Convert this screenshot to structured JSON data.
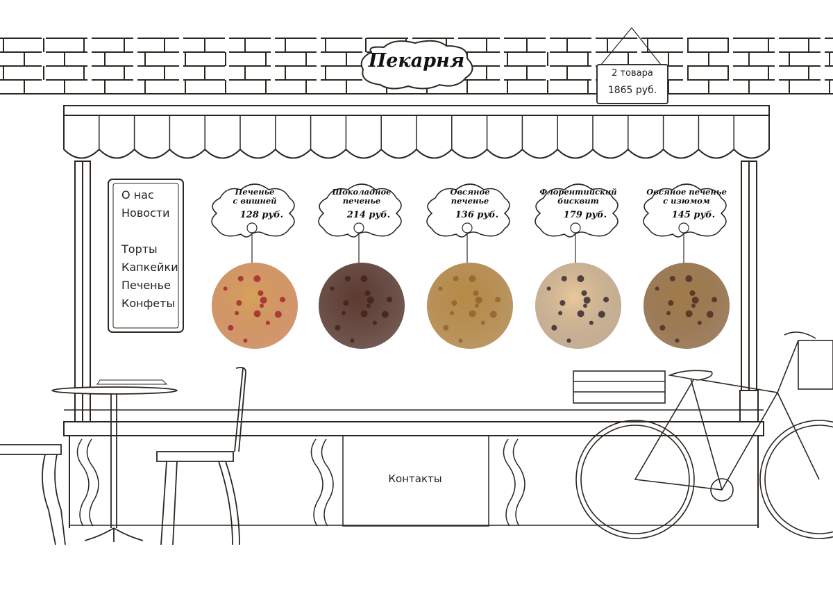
{
  "header": {
    "title": "Пекарня"
  },
  "cart": {
    "count_label": "2 товара",
    "total_label": "1865 руб."
  },
  "menu": {
    "items": [
      {
        "label": "О нас"
      },
      {
        "label": "Новости"
      },
      {
        "label": "Торты"
      },
      {
        "label": "Капкейки"
      },
      {
        "label": "Печенье"
      },
      {
        "label": "Конфеты"
      }
    ]
  },
  "products": [
    {
      "name_line1": "Печенье",
      "name_line2": "с вишней",
      "price": "128 руб.",
      "color": "#d6a35c",
      "spot": "#a3222e"
    },
    {
      "name_line1": "Шоколадное",
      "name_line2": "печенье",
      "price": "214 руб.",
      "color": "#5e3b31",
      "spot": "#3a241d"
    },
    {
      "name_line1": "Овсяное",
      "name_line2": "печенье",
      "price": "136 руб.",
      "color": "#b88a46",
      "spot": "#8c6330"
    },
    {
      "name_line1": "Флорентийский",
      "name_line2": "бисквит",
      "price": "179 руб.",
      "color": "#e9c99b",
      "spot": "#2e2230"
    },
    {
      "name_line1": "Овсяное печенье",
      "name_line2": "с изюмом",
      "price": "145 руб.",
      "color": "#a27c49",
      "spot": "#4a2a22"
    }
  ],
  "footer": {
    "contacts_label": "Контакты"
  }
}
